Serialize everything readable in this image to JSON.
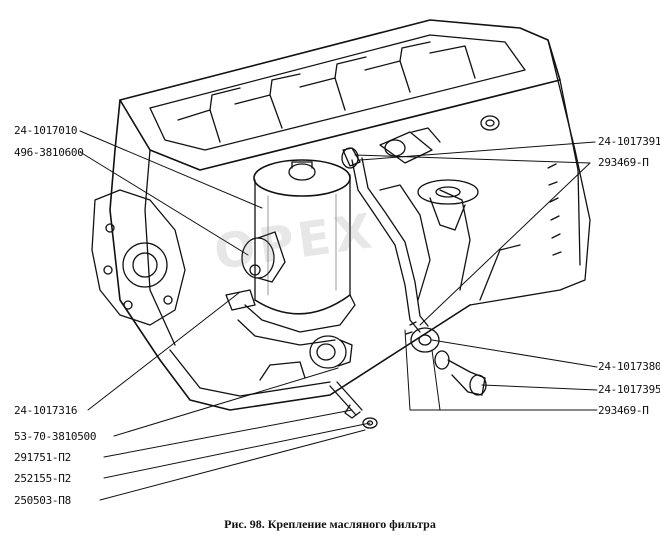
{
  "watermark": "OPEX",
  "caption": "Рис. 98. Крепление масляного фильтра",
  "labels_left": [
    {
      "id": "l1",
      "text": "24-1017010"
    },
    {
      "id": "l2",
      "text": "496-3810600"
    },
    {
      "id": "l3",
      "text": "24-1017316"
    },
    {
      "id": "l4",
      "text": "53-70-3810500"
    },
    {
      "id": "l5",
      "text": "291751-П2"
    },
    {
      "id": "l6",
      "text": "252155-П2"
    },
    {
      "id": "l7",
      "text": "250503-П8"
    }
  ],
  "labels_right": [
    {
      "id": "r1",
      "text": "24-1017391"
    },
    {
      "id": "r2",
      "text": "293469-П"
    },
    {
      "id": "r3",
      "text": "24-1017380"
    },
    {
      "id": "r4",
      "text": "24-1017395"
    },
    {
      "id": "r5",
      "text": "293469-П"
    }
  ],
  "colors": {
    "ink": "#111111",
    "paper": "#ffffff",
    "shade": "#9a9a9a"
  }
}
